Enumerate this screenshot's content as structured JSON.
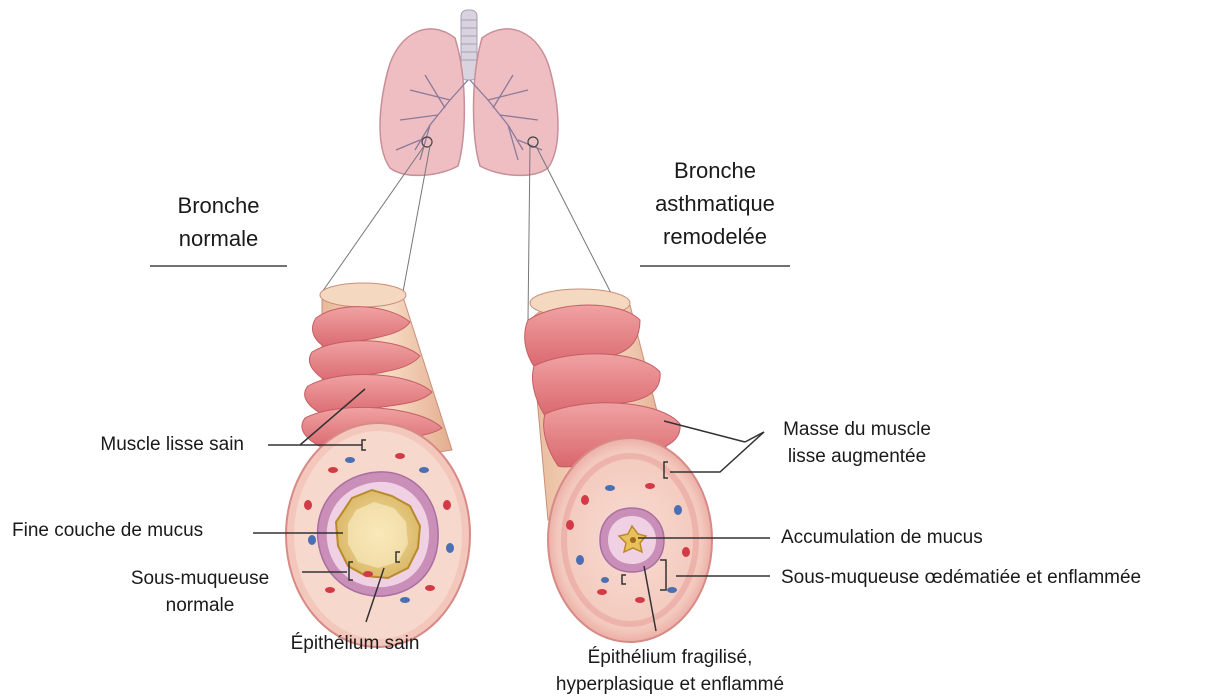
{
  "titles": {
    "normal": {
      "line1": "Bronche",
      "line2": "normale"
    },
    "asthmatic": {
      "line1": "Bronche",
      "line2": "asthmatique",
      "line3": "remodelée"
    }
  },
  "labels": {
    "muscle_healthy": "Muscle lisse sain",
    "thin_mucus": "Fine couche de mucus",
    "submucosa_normal_1": "Sous-muqueuse",
    "submucosa_normal_2": "normale",
    "epithelium_healthy": "Épithélium sain",
    "muscle_mass_1": "Masse du muscle",
    "muscle_mass_2": "lisse augmentée",
    "mucus_accumulation": "Accumulation de mucus",
    "submucosa_edema": "Sous-muqueuse œdématiée et enflammée",
    "epithelium_damaged_1": "Épithélium fragilisé,",
    "epithelium_damaged_2": "hyperplasique et enflammé"
  },
  "colors": {
    "lung": "#eebec3",
    "lung_vessels": "#8a7a9a",
    "muscle": "#e9878a",
    "muscle_dark": "#cf6a6f",
    "tube_tan": "#f1cdb0",
    "submucosa": "#f6d3c6",
    "epithelium": "#c98fb8",
    "lumen": "#e8cf86",
    "mucus_dark": "#b98a2a",
    "vessel_red": "#d23a46",
    "vessel_blue": "#4a6fb3",
    "leader": "#333333"
  }
}
